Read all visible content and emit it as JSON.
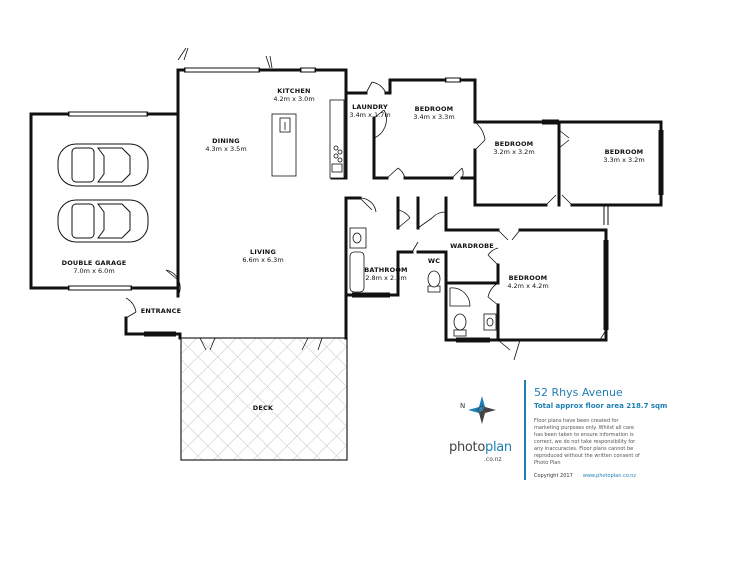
{
  "rooms": {
    "kitchen": {
      "name": "KITCHEN",
      "dims": "4.2m x 3.0m"
    },
    "dining": {
      "name": "DINING",
      "dims": "4.3m x 3.5m"
    },
    "laundry": {
      "name": "LAUNDRY",
      "dims": "3.4m x 1.7m"
    },
    "bedroom1": {
      "name": "BEDROOM",
      "dims": "3.4m x 3.3m"
    },
    "bedroom2": {
      "name": "BEDROOM",
      "dims": "3.2m x 3.2m"
    },
    "bedroom3": {
      "name": "BEDROOM",
      "dims": "3.3m x 3.2m"
    },
    "garage": {
      "name": "DOUBLE GARAGE",
      "dims": "7.0m x 6.0m"
    },
    "living": {
      "name": "LIVING",
      "dims": "6.6m x 6.3m"
    },
    "bathroom": {
      "name": "BATHROOM",
      "dims": "2.8m x 2.8m"
    },
    "wc": {
      "name": "WC"
    },
    "wardrobe": {
      "name": "WARDROBE"
    },
    "bedroom4": {
      "name": "BEDROOM",
      "dims": "4.2m x 4.2m"
    },
    "entrance": {
      "name": "ENTRANCE"
    },
    "deck": {
      "name": "DECK"
    }
  },
  "info": {
    "address": "52 Rhys Avenue",
    "total_area": "Total approx floor area 218.7 sqm",
    "disclaimer": "Floor plans have been created for marketing purposes only. Whilst all care has been taken to ensure information is correct, we do not take responsibility for any inaccuracies. Floor plans cannot be reproduced without the written consent of Photo Plan",
    "copyright": "Copyright 2017",
    "website": "www.photoplan.co.nz"
  },
  "brand": {
    "name_part1": "photo",
    "name_part2": "plan",
    "domain": ".co.nz"
  },
  "colors": {
    "wall": "#111111",
    "accent": "#1f7fb3",
    "deck_grid": "#b5b5b5"
  },
  "icons": {
    "compass": "compass-rose-icon",
    "cars": "car-icon"
  }
}
